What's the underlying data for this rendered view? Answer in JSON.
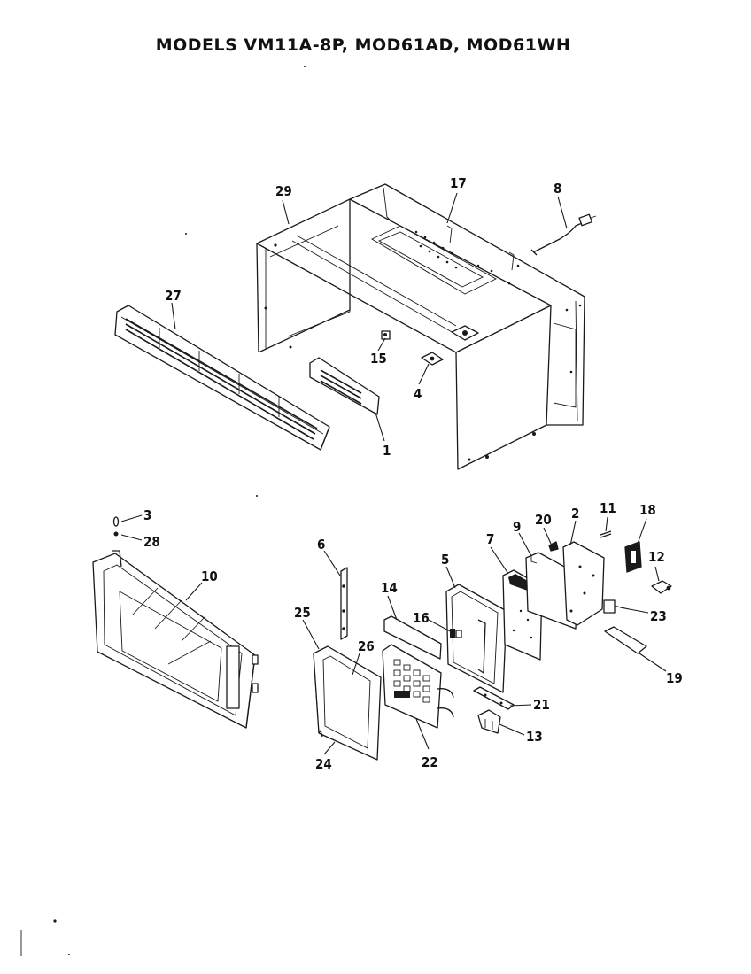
{
  "title": "MODELS VM11A-8P, MOD61AD, MOD61WH",
  "callouts": {
    "c1": "1",
    "c2": "2",
    "c3": "3",
    "c4": "4",
    "c5": "5",
    "c6": "6",
    "c7": "7",
    "c8": "8",
    "c9": "9",
    "c10": "10",
    "c11": "11",
    "c12": "12",
    "c13": "13",
    "c14": "14",
    "c15": "15",
    "c16": "16",
    "c17": "17",
    "c18": "18",
    "c19": "19",
    "c20": "20",
    "c21": "21",
    "c22": "22",
    "c23": "23",
    "c24": "24",
    "c25": "25",
    "c26": "26",
    "c27": "27",
    "c28": "28",
    "c29": "29"
  }
}
